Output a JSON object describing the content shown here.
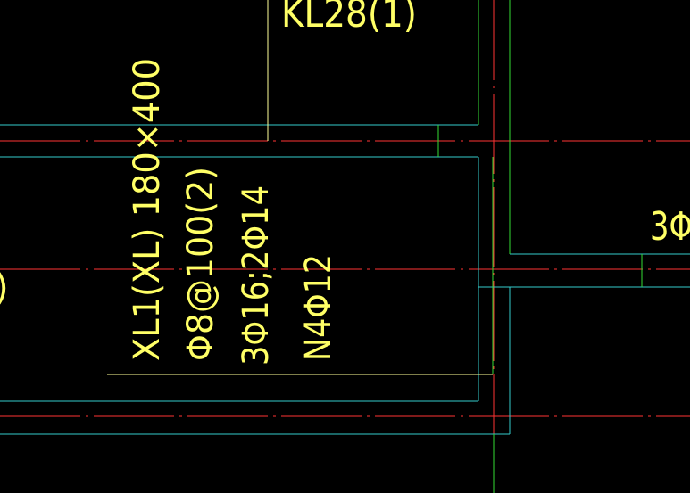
{
  "drawing": {
    "beam_label_top": "KL28(1)",
    "cantilever_beam": {
      "name_size": "XL1(XL) 180×400",
      "stirrups": "Φ8@100(2)",
      "main_bars": "3Φ16;2Φ14",
      "side_bars": "N4Φ12"
    },
    "partial_right": "3Φ",
    "partial_left": ")",
    "colors": {
      "axis": "#ff3333",
      "beam_edge": "#33cccc",
      "slab_edge": "#33dd33",
      "annotation": "#ffff66",
      "leader": "#ffff99"
    }
  }
}
